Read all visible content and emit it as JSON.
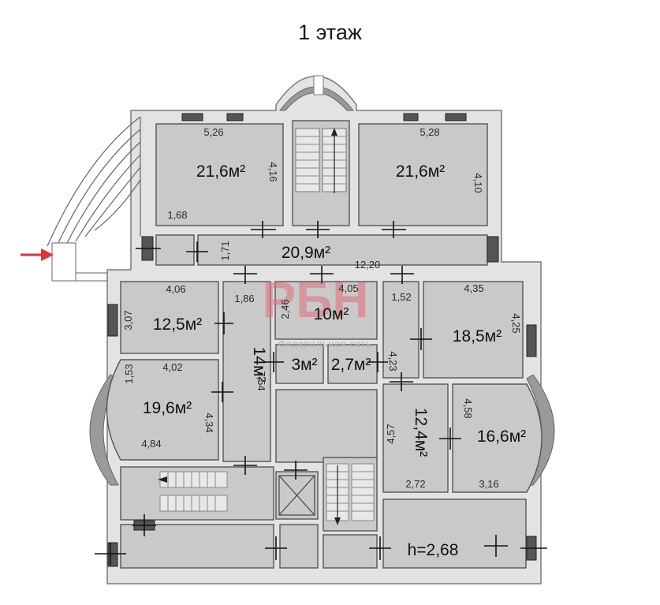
{
  "title": "1 этаж",
  "watermark": {
    "logo": "РБН",
    "text": "Федеральная сеть"
  },
  "colors": {
    "wall": "#e2e2e2",
    "wall_stroke": "#7a7a7a",
    "room": "#c9c9c9",
    "room_stroke": "#555555",
    "arrow": "#e0303c"
  },
  "rooms": [
    {
      "id": "room-top-left",
      "area": "21,6м²",
      "dims": [
        "5,26",
        "4,16",
        "1,68"
      ]
    },
    {
      "id": "room-top-right",
      "area": "21,6м²",
      "dims": [
        "5,28",
        "4,10"
      ]
    },
    {
      "id": "corridor",
      "area": "20,9м²",
      "dims": [
        "1,71",
        "12,20"
      ]
    },
    {
      "id": "room-12-5",
      "area": "12,5м²",
      "dims": [
        "4,06",
        "3,07"
      ]
    },
    {
      "id": "room-10",
      "area": "10м²",
      "dims": [
        "1,86",
        "4,05",
        "2,46",
        "1,52"
      ]
    },
    {
      "id": "room-18-5",
      "area": "18,5м²",
      "dims": [
        "4,35",
        "4,25",
        "4,23"
      ]
    },
    {
      "id": "room-14",
      "area": "14м²",
      "dims": [
        "7,54"
      ]
    },
    {
      "id": "room-3",
      "area": "3м²",
      "dims": []
    },
    {
      "id": "room-2-7",
      "area": "2,7м²",
      "dims": []
    },
    {
      "id": "room-19-6",
      "area": "19,6м²",
      "dims": [
        "1,53",
        "4,02",
        "4,34",
        "4,84"
      ]
    },
    {
      "id": "room-12-4",
      "area": "12,4м²",
      "dims": [
        "4,57",
        "2,72"
      ]
    },
    {
      "id": "room-16-6",
      "area": "16,6м²",
      "dims": [
        "4,58",
        "3,16"
      ]
    }
  ],
  "ceiling_height": "h=2,68"
}
